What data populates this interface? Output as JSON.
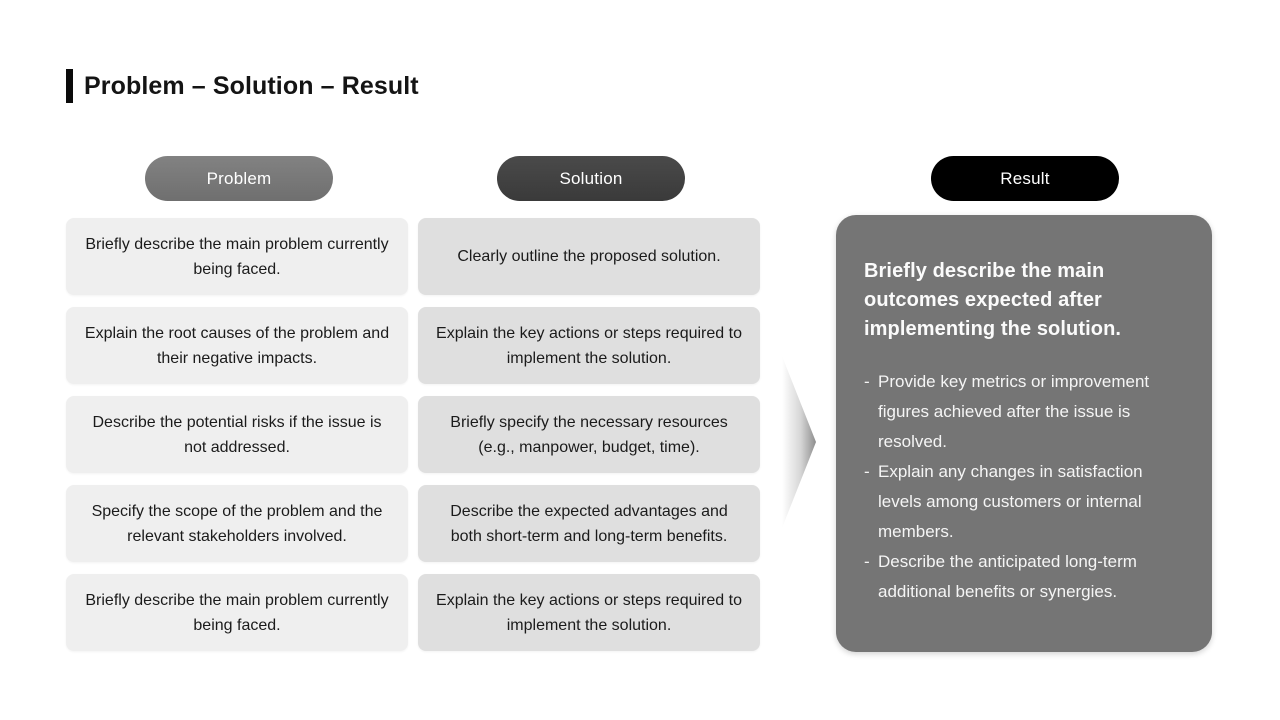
{
  "page": {
    "title": "Problem – Solution – Result",
    "background_color": "#ffffff",
    "title_accent_color": "#0b0b0b"
  },
  "columns": {
    "problem": {
      "header": "Problem",
      "header_color": "#7a7a7a",
      "box_color": "#efefef",
      "items": [
        "Briefly describe the main problem currently being faced.",
        "Explain the root causes of the problem and their negative impacts.",
        "Describe the potential risks if the issue is not addressed.",
        "Specify the scope of the problem and the relevant stakeholders involved.",
        "Briefly describe the main problem currently being faced."
      ]
    },
    "solution": {
      "header": "Solution",
      "header_color": "#414141",
      "box_color": "#dfdfdf",
      "items": [
        "Clearly outline the proposed solution.",
        "Explain the key actions or steps required to implement the solution.",
        "Briefly specify the necessary resources (e.g., manpower, budget, time).",
        "Describe the expected advantages and both short-term and long-term benefits.",
        "Explain the key actions or steps required to implement the solution."
      ]
    },
    "result": {
      "header": "Result",
      "header_color": "#000000",
      "panel_color": "#757575",
      "headline": "Briefly describe the main outcomes expected after implementing the solution.",
      "bullet_marker": "-",
      "bullets": [
        "Provide key metrics or improvement figures achieved after the issue is resolved.",
        "Explain any changes in satisfaction levels among customers or internal members.",
        "Describe the anticipated long-term additional benefits or synergies."
      ]
    }
  },
  "arrow": {
    "direction": "right",
    "gradient_from": "#ffffff",
    "gradient_to": "#8d8d8d"
  }
}
